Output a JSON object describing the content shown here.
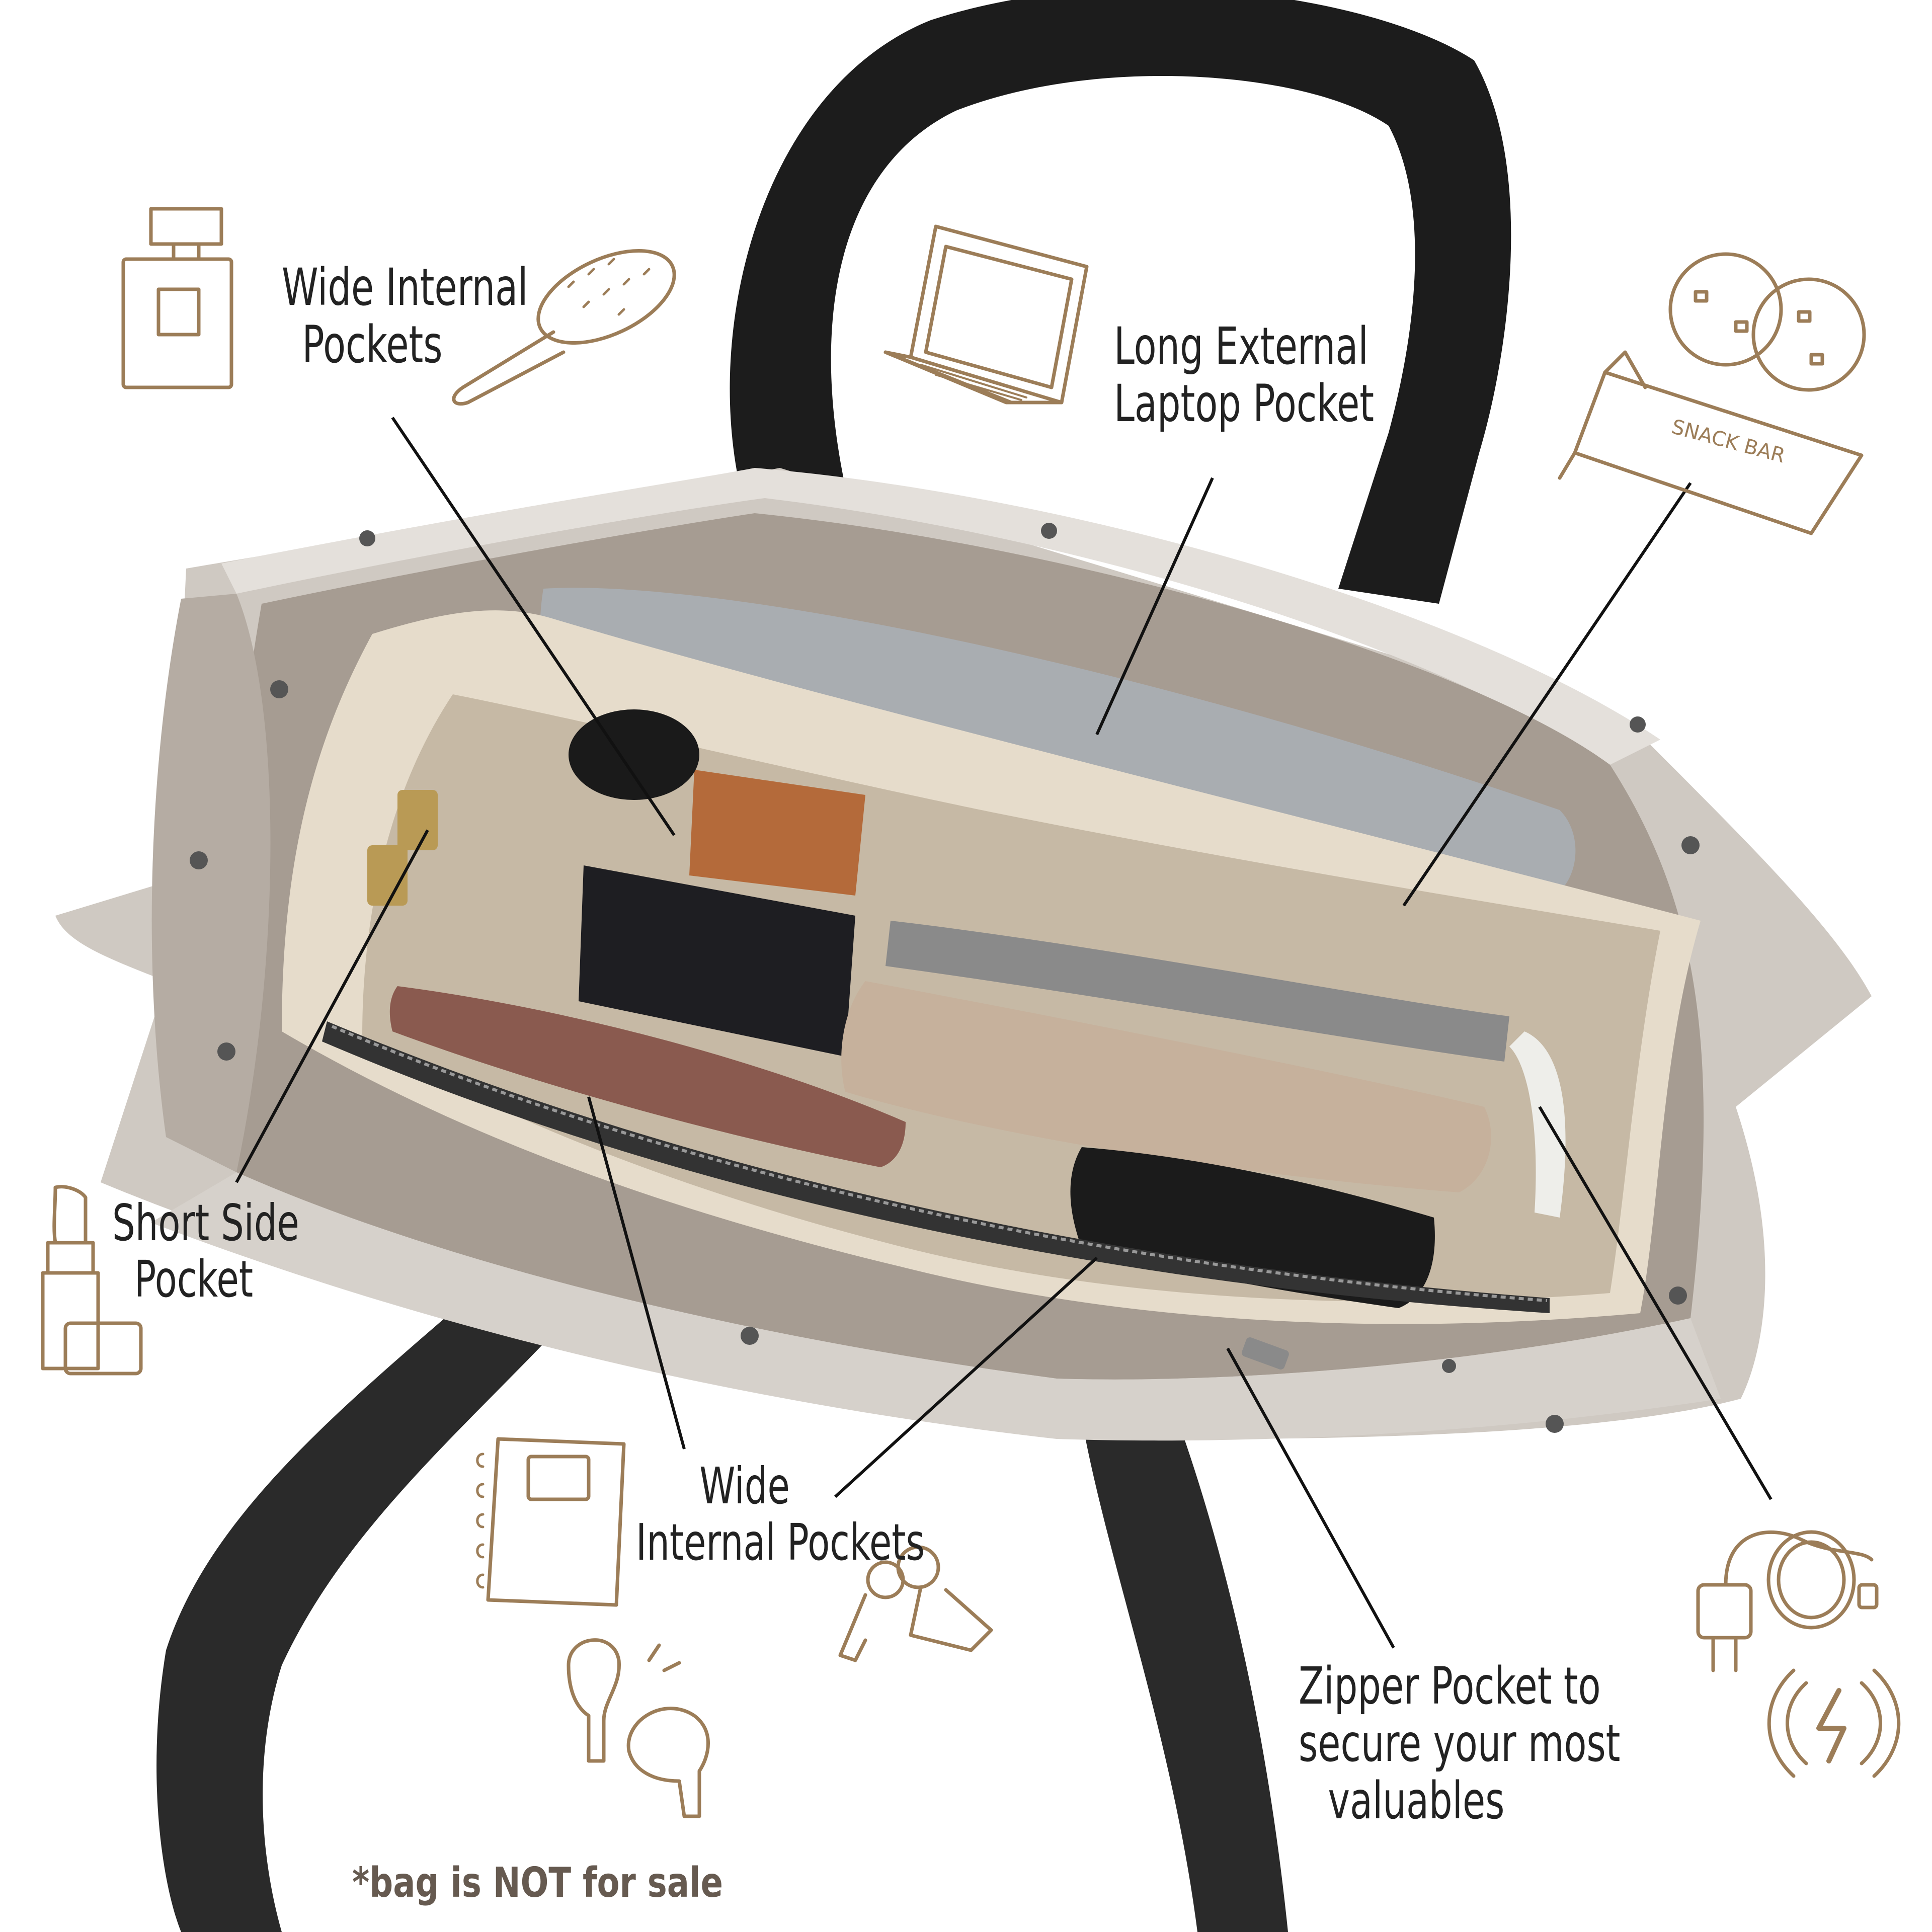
{
  "labels": {
    "wide_internal_top": [
      "Wide Internal",
      "Pockets"
    ],
    "long_external_laptop": [
      "Long External",
      "Laptop Pocket"
    ],
    "short_side": [
      "Short Side",
      "Pocket"
    ],
    "wide_internal_bottom": [
      "Wide",
      "Internal Pockets"
    ],
    "zipper_pocket": [
      "Zipper Pocket to",
      "secure your most",
      "valuables"
    ]
  },
  "disclaimer": "*bag is NOT for sale",
  "snack_bar_text": "SNACK BAR",
  "icons": [
    "perfume-bottle-icon",
    "hairbrush-icon",
    "laptop-icon",
    "cookies-icon",
    "snack-bar-icon",
    "lipstick-icon",
    "notebook-icon",
    "keys-icon",
    "earbuds-icon",
    "charger-icon",
    "wireless-charging-icon"
  ],
  "colors": {
    "icon_stroke": "#9c7d58",
    "label_text": "#222222",
    "disclaimer_text": "#665a50",
    "bag_canvas": "#cfc9c2",
    "felt_organizer": "#e6dccb",
    "handle": "#1c1c1c"
  }
}
